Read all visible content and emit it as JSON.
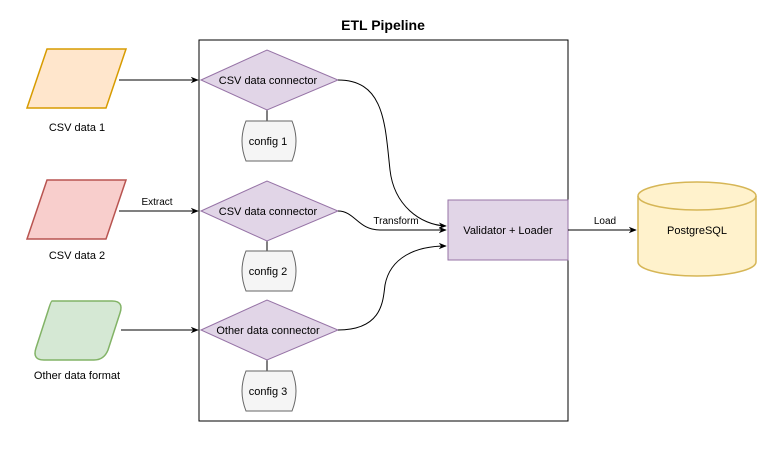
{
  "diagram": {
    "title": "ETL Pipeline",
    "sources": [
      {
        "label": "CSV data 1",
        "fill": "#ffe6cc",
        "stroke": "#d79b00",
        "shape": "parallelogram"
      },
      {
        "label": "CSV data 2",
        "fill": "#f8cecc",
        "stroke": "#b85450",
        "shape": "parallelogram"
      },
      {
        "label": "Other data format",
        "fill": "#d5e8d4",
        "stroke": "#82b366",
        "shape": "rounded-parallelogram"
      }
    ],
    "connectors": [
      {
        "label": "CSV data connector",
        "config": "config 1"
      },
      {
        "label": "CSV data connector",
        "config": "config 2"
      },
      {
        "label": "Other data connector",
        "config": "config 3"
      }
    ],
    "processor": {
      "label": "Validator + Loader"
    },
    "target": {
      "label": "PostgreSQL",
      "shape": "cylinder"
    },
    "edge_labels": {
      "extract": "Extract",
      "transform": "Transform",
      "load": "Load"
    },
    "colors": {
      "connector_fill": "#e1d5e7",
      "connector_stroke": "#9673a6",
      "config_fill": "#f5f5f5",
      "config_stroke": "#666666",
      "db_fill": "#fff2cc",
      "db_stroke": "#d6b656",
      "line": "#000000"
    }
  }
}
